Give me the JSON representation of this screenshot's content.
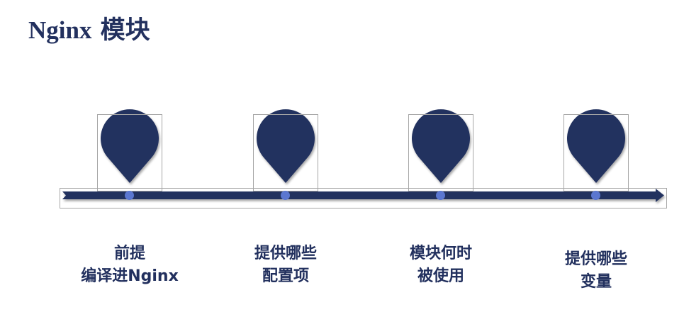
{
  "title": {
    "latin": "Nginx",
    "cjk": "模块"
  },
  "colors": {
    "navy": "#22305e",
    "dot": "#5b77d0",
    "frame": "#a6a6a6"
  },
  "timeline": {
    "milestones": [
      {
        "icon": "map-pin-icon",
        "lines": [
          "前提",
          "编译进Nginx"
        ]
      },
      {
        "icon": "map-pin-icon",
        "lines": [
          "提供哪些",
          "配置项"
        ]
      },
      {
        "icon": "map-pin-icon",
        "lines": [
          "模块何时",
          "被使用"
        ]
      },
      {
        "icon": "map-pin-icon",
        "lines": [
          "提供哪些",
          "变量"
        ]
      }
    ]
  }
}
